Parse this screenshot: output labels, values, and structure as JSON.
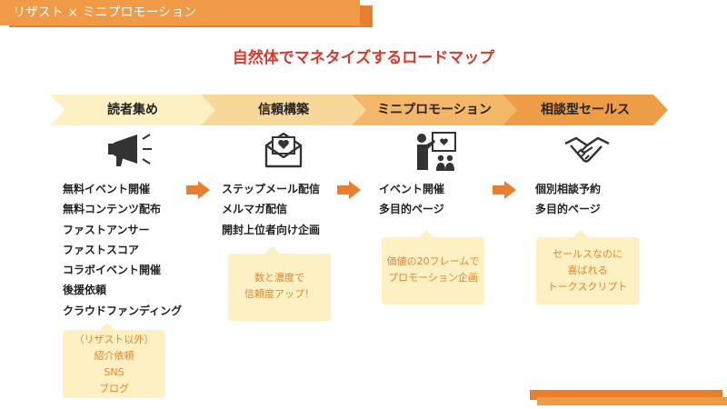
{
  "header": {
    "tag": "リザスト × ミニプロモーション"
  },
  "title": "自然体でマネタイズするロードマップ",
  "stages": [
    {
      "label": "読者集め",
      "icon": "megaphone-icon",
      "color": "#fdf1c4",
      "items": [
        "無料イベント開催",
        "無料コンテンツ配布",
        "ファストアンサー",
        "ファストスコア",
        "コラボイベント開催",
        "後援依頼",
        "クラウドファンディング"
      ],
      "note": [
        "（リザスト以外）",
        "紹介依頼",
        "SNS",
        "ブログ"
      ]
    },
    {
      "label": "信頼構築",
      "icon": "envelope-heart-icon",
      "color": "#f8d898",
      "items": [
        "ステップメール配信",
        "メルマガ配信",
        "開封上位者向け企画"
      ],
      "note": [
        "数と濃度で",
        "信頼度アップ！"
      ]
    },
    {
      "label": "ミニプロモーション",
      "icon": "presentation-icon",
      "color": "#f3b768",
      "items": [
        "イベント開催",
        "多目的ページ"
      ],
      "note": [
        "価値の20フレームで",
        "プロモーション企画"
      ]
    },
    {
      "label": "相談型セールス",
      "icon": "handshake-icon",
      "color": "#ee9c45",
      "items": [
        "個別相談予約",
        "多目的ページ"
      ],
      "note": [
        "セールスなのに",
        "喜ばれる",
        "トークスクリプト"
      ]
    }
  ],
  "colors": {
    "accent": "#e87f2e",
    "title": "#d9382a",
    "note_bg": "#fdf1c4",
    "note_text": "#e2862e"
  }
}
